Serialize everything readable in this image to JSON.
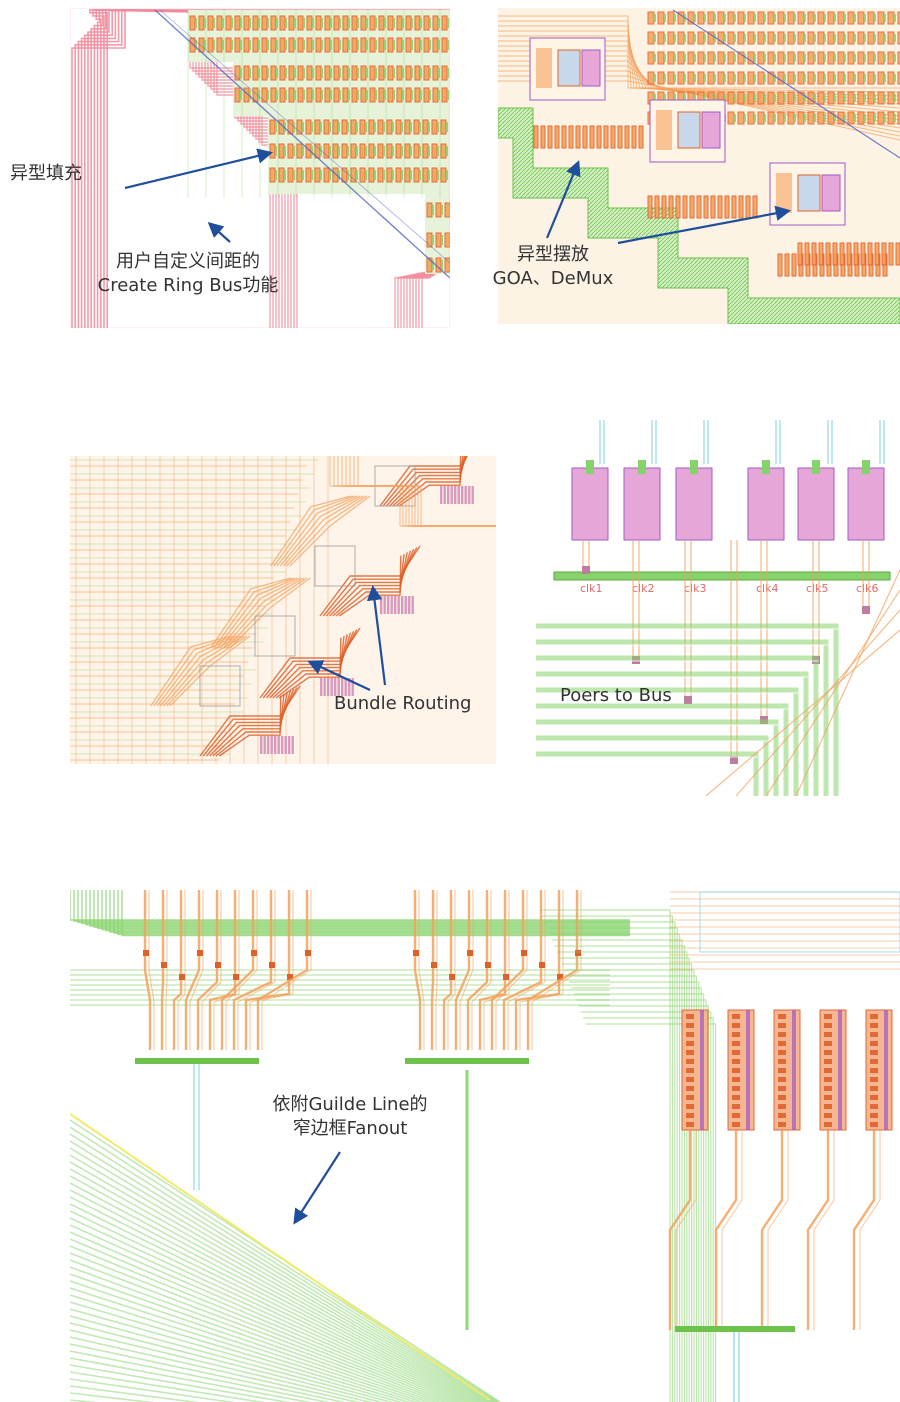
{
  "colors": {
    "pink": "#f28a9a",
    "orange": "#f5a05a",
    "dark_orange": "#e0602a",
    "green": "#86d36b",
    "bright_green": "#6cc24a",
    "purple": "#a058c8",
    "magenta_fill": "#e7a6d8",
    "cyan": "#7fd3e6",
    "blue_line": "#5060c8",
    "arrow": "#1f4e9c"
  },
  "labels": {
    "irregular_fill": "异型填充",
    "ring_bus_line1": "用户自定义间距的",
    "ring_bus_line2": "Create Ring Bus功能",
    "irregular_place_line1": "异型摆放",
    "irregular_place_line2": "GOA、DeMux",
    "bundle_routing": "Bundle Routing",
    "poers_to_bus": "Poers to Bus",
    "fanout_line1": "依附Guilde Line的",
    "fanout_line2": "窄边框Fanout"
  },
  "clk_labels": [
    "clk1",
    "clk2",
    "clk3",
    "clk4",
    "clk5",
    "clk6"
  ]
}
